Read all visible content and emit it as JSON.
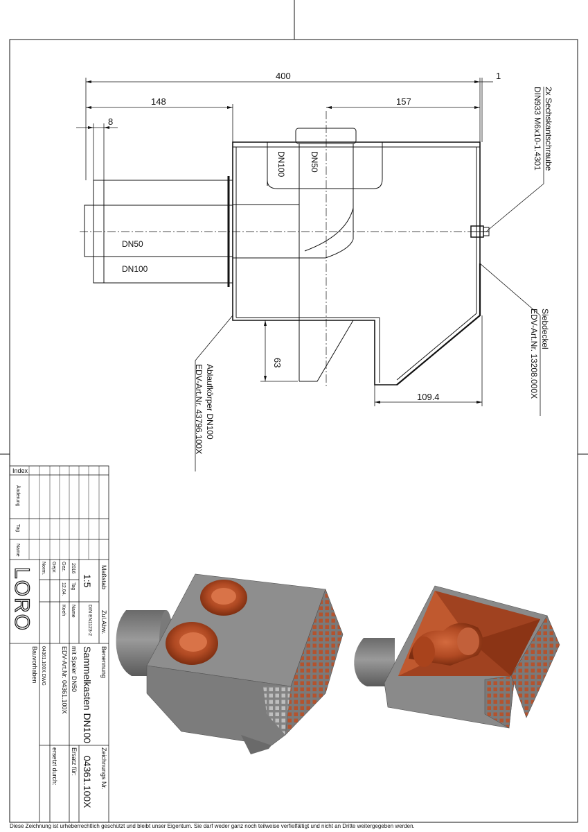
{
  "drawing": {
    "dimensions": {
      "overall_width": "400",
      "gap": "1",
      "left_part": "148",
      "right_part": "157",
      "inlet_offset": "8",
      "outlet_height": "63",
      "sieve_width": "109.4"
    },
    "pipe_labels": {
      "inlet_small": "DN50",
      "inlet_large": "DN100",
      "top_large": "DN100",
      "top_small": "DN50"
    },
    "callouts": {
      "screws": [
        "2x Sechskantschraube",
        "DIN933 M6x10-1.4301"
      ],
      "sieve_cover": [
        "Siebdeckel",
        "EDV-Art.Nr. 13208.000X"
      ],
      "drain_body": [
        "Ablaufkörper DN100",
        "EDV-Art.Nr. 43796.100X"
      ]
    }
  },
  "title_block": {
    "index_label": "Index",
    "aenderung_label": "Änderung",
    "tag_label": "Tag",
    "name_label": "Name",
    "logo": "LORO",
    "massstab_label": "Maßstab",
    "massstab_value": "1:5",
    "zul_abw_label": "Zul.Abw.",
    "zul_abw_value": "DIN EN1123-2",
    "year": "2016",
    "tag_col": "Tag",
    "name_col": "Name",
    "gez_label": "Gez.",
    "gez_date": "12.04.",
    "gez_name": "Koeh",
    "gepr_label": "Gepr.",
    "norm_label": "Norm.",
    "benennung_label": "Benennung",
    "benennung_line1": "Sammelkasten DN100",
    "benennung_line2": "mit Speier DN50",
    "edv_art": "EDV-Art.Nr. 04361.100X",
    "file_name": "04361.100X.DWG",
    "bauvorhaben_label": "Bauvorhaben",
    "zeichnungs_nr_label": "Zeichnungs Nr.",
    "zeichnungs_nr": "04361.100X",
    "ersatz_fuer_label": "Ersatz für:",
    "ersetzt_durch_label": "ersetzt durch:"
  },
  "footer": "Diese Zeichnung ist urheberrechtlich geschützt und bleibt unser Eigentum. Sie darf weder ganz noch teilweise verfielfältigt und nicht an Dritte weitergegeben werden.",
  "colors": {
    "line": "#111111",
    "metal": "#8c8c8c",
    "metal_dark": "#6e6e6e",
    "metal_light": "#a6a6a6",
    "copper": "#b8512c",
    "copper_dark": "#8a3516"
  }
}
